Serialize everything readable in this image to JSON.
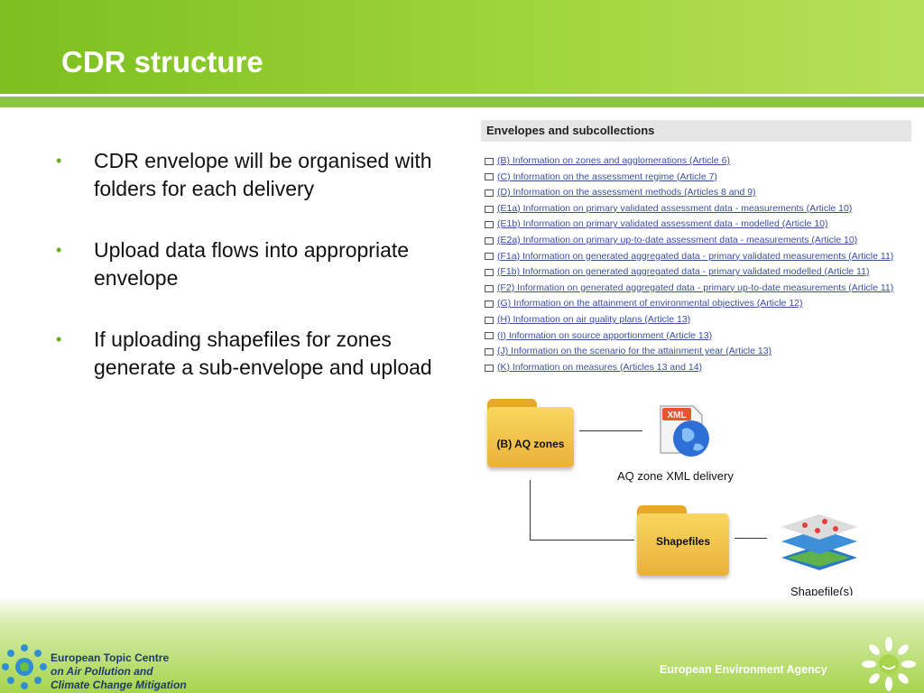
{
  "slide": {
    "title": "CDR structure"
  },
  "bullets": [
    "CDR envelope will be organised with folders for each delivery",
    "Upload data flows into appropriate envelope",
    "If uploading shapefiles for zones generate a sub-envelope and upload"
  ],
  "panel": {
    "heading": "Envelopes and subcollections",
    "items": [
      "(B) Information on zones and agglomerations (Article 6)",
      "(C) Information on the assessment regime (Article 7)",
      "(D) Information on the assessment methods (Articles 8 and 9)",
      "(E1a) Information on primary validated assessment data - measurements (Article 10)",
      "(E1b) Information on primary validated assessment data - modelled (Article 10)",
      "(E2a) Information on primary up-to-date assessment data - measurements (Article 10)",
      "(F1a) Information on generated aggregated data - primary validated measurements (Article 11)",
      "(F1b) Information on generated aggregated data - primary validated modelled (Article 11)",
      "(F2) Information on generated aggregated data - primary up-to-date measurements (Article 11)",
      "(G) Information on the attainment of environmental objectives (Article 12)",
      "(H) Information on air quality plans (Article 13)",
      "(I) Information on source apportionment (Article 13)",
      "(J) Information on the scenario for the attainment year (Article 13)",
      "(K) Information on measures (Articles 13 and 14)"
    ]
  },
  "diagram": {
    "folder_main": "(B) AQ zones",
    "folder_sub": "Shapefiles",
    "xml_icon_text": "XML",
    "caption_xml": "AQ zone XML delivery",
    "caption_shape": "Shapefile(s)"
  },
  "footer": {
    "etc_line1": "European Topic Centre",
    "etc_line2": "on Air Pollution and",
    "etc_line3": "Climate Change Mitigation",
    "eea": "European Environment Agency"
  },
  "colors": {
    "header_green": "#8cc63f",
    "link_blue": "#3b4fa0",
    "folder_yellow": "#f2c44a"
  }
}
